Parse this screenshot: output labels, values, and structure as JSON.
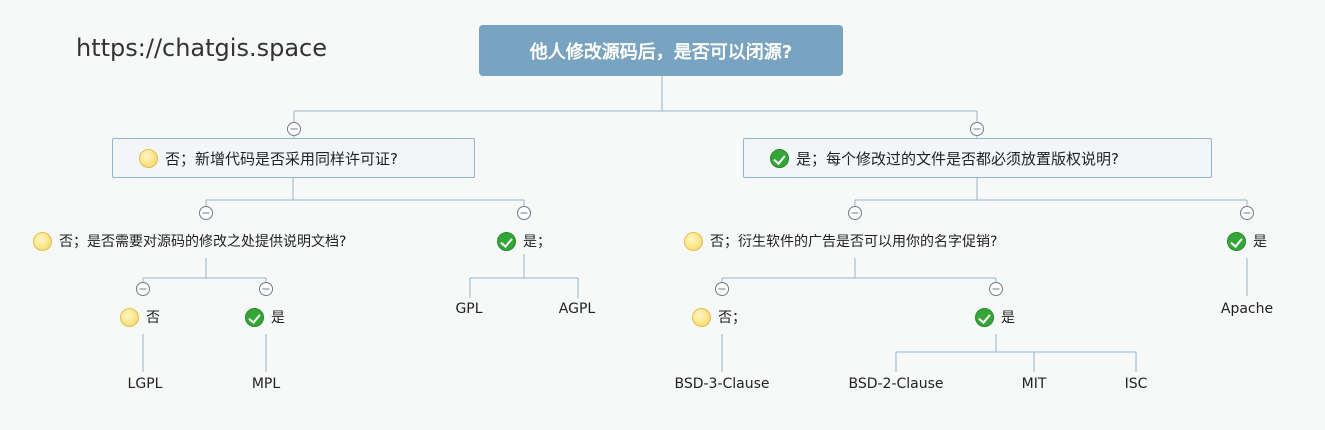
{
  "watermark": "https://chatgis.space",
  "colors": {
    "line": "#9ab4c7",
    "root_fill": "#78a3c1",
    "box_border": "#91b5cc"
  },
  "root": {
    "label": "他人修改源码后，是否可以闭源?"
  },
  "left": {
    "label": "否；新增代码是否采用同样许可证?",
    "icon": "bulb-icon",
    "no": {
      "label": "否；是否需要对源码的修改之处提供说明文档?",
      "icon": "bulb-icon",
      "no": {
        "label": "否",
        "icon": "bulb-icon",
        "leaves": [
          "LGPL"
        ]
      },
      "yes": {
        "label": "是",
        "icon": "check-icon",
        "leaves": [
          "MPL"
        ]
      }
    },
    "yes": {
      "label": "是；",
      "icon": "check-icon",
      "leaves": [
        "GPL",
        "AGPL"
      ]
    }
  },
  "right": {
    "label": "是；每个修改过的文件是否都必须放置版权说明?",
    "icon": "check-icon",
    "no": {
      "label": "否；衍生软件的广告是否可以用你的名字促销?",
      "icon": "bulb-icon",
      "no": {
        "label": "否；",
        "icon": "bulb-icon",
        "leaves": [
          "BSD-3-Clause"
        ]
      },
      "yes": {
        "label": "是",
        "icon": "check-icon",
        "leaves": [
          "BSD-2-Clause",
          "MIT",
          "ISC"
        ]
      }
    },
    "yes": {
      "label": "是",
      "icon": "check-icon",
      "leaves": [
        "Apache"
      ]
    }
  },
  "collapse_symbol": "⊖"
}
